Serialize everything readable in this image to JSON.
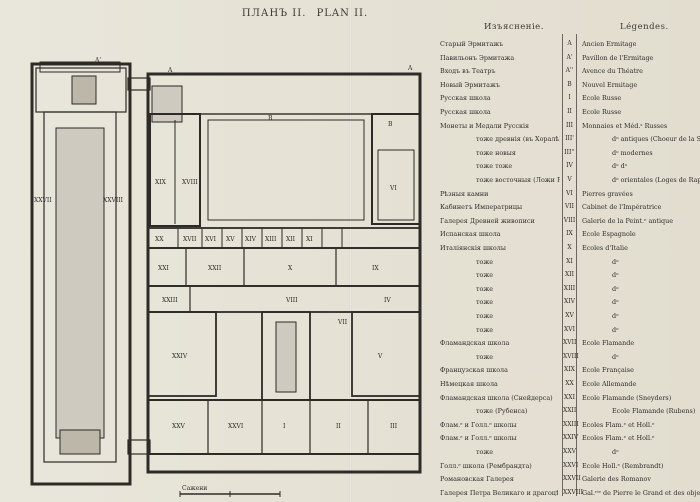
{
  "title": {
    "left": "ПЛАНЪ II.",
    "right": "PLAN II."
  },
  "legend": {
    "header_ru": "Изъясненіе.",
    "header_fr": "Légendes.",
    "rows": [
      {
        "ru": "Старый Эрмитажъ",
        "num": "A",
        "fr": "Ancien Ermitage"
      },
      {
        "ru": "Павильонъ Эрмитажа",
        "num": "A'",
        "fr": "Pavillon de l'Ermitage"
      },
      {
        "ru": "Входъ въ Театръ",
        "num": "A''",
        "fr": "Avence du Théatre"
      },
      {
        "ru": "Новый Эрмитажъ",
        "num": "B",
        "fr": "Nouvel Ermitage"
      },
      {
        "ru": "Русская школа",
        "num": "I",
        "fr": "Ecole Russe"
      },
      {
        "ru": "Русская школа",
        "num": "II",
        "fr": "Ecole Russe"
      },
      {
        "ru": "Монеты и Медали Русскія",
        "num": "III",
        "fr": "Monnaies et Méd.ˢ Russes"
      },
      {
        "ru": "тоже древнія (въ Хоралѣ)",
        "num": "III'",
        "fr": "dᵒ antiques (Choeur de la Salle)",
        "indent": true
      },
      {
        "ru": "тоже новыя",
        "num": "III''",
        "fr": "dᵒ modernes",
        "indent": true
      },
      {
        "ru": "тоже тоже",
        "num": "IV",
        "fr": "dᵒ dᵒ",
        "indent": true
      },
      {
        "ru": "тоже восточныя (Ложи Рафаэля)",
        "num": "V",
        "fr": "dᵒ orientales (Loges de Raphael)",
        "indent": true
      },
      {
        "ru": "Рѣзныя камни",
        "num": "VI",
        "fr": "Pierres gravées"
      },
      {
        "ru": "Кабинетъ Императрицы",
        "num": "VII",
        "fr": "Cabinet de l'Impératrice"
      },
      {
        "ru": "Галерея Древней живописи",
        "num": "VIII",
        "fr": "Galerie de la Peint.ᵉ antique"
      },
      {
        "ru": "Испанская школа",
        "num": "IX",
        "fr": "Ecole Espagnole"
      },
      {
        "ru": "Италіянскія школы",
        "num": "X",
        "fr": "Ecoles d'Italie"
      },
      {
        "ru": "тоже",
        "num": "XI",
        "fr": "dᵒ",
        "indent": true
      },
      {
        "ru": "тоже",
        "num": "XII",
        "fr": "dᵒ",
        "indent": true
      },
      {
        "ru": "тоже",
        "num": "XIII",
        "fr": "dᵒ",
        "indent": true
      },
      {
        "ru": "тоже",
        "num": "XIV",
        "fr": "dᵒ",
        "indent": true
      },
      {
        "ru": "тоже",
        "num": "XV",
        "fr": "dᵒ",
        "indent": true
      },
      {
        "ru": "тоже",
        "num": "XVI",
        "fr": "dᵒ",
        "indent": true
      },
      {
        "ru": "Фламандская школа",
        "num": "XVII",
        "fr": "Ecole Flamande"
      },
      {
        "ru": "тоже",
        "num": "XVIII",
        "fr": "dᵒ",
        "indent": true
      },
      {
        "ru": "Французская школа",
        "num": "XIX",
        "fr": "Ecole Française"
      },
      {
        "ru": "Нѣмецкая школа",
        "num": "XX",
        "fr": "Ecole Allemande"
      },
      {
        "ru": "Фламандская школа (Снейдерса)",
        "num": "XXI",
        "fr": "Ecole Flamande (Sneyders)"
      },
      {
        "ru": "тоже (Рубенса)",
        "num": "XXII",
        "fr": "Ecole Flamande (Rubens)",
        "indent": true
      },
      {
        "ru": "Флам.ᵉ и Голл.ᵉ школы",
        "num": "XXIII",
        "fr": "Ecoles Flam.ᵉ et Holl.ᵉ"
      },
      {
        "ru": "Флам.ᵉ и Голл.ᵉ школы",
        "num": "XXIV",
        "fr": "Ecoles Flam.ᵉ et Holl.ᵉ"
      },
      {
        "ru": "тоже",
        "num": "XXV",
        "fr": "dᵒ",
        "indent": true
      },
      {
        "ru": "Голл.ᵉ школа (Рембрандта)",
        "num": "XXVI",
        "fr": "Ecole Holl.ᵉ (Rembrandt)"
      },
      {
        "ru": "Романовская Галерея",
        "num": "XXVII",
        "fr": "Galerie des Romanov"
      },
      {
        "ru": "Галерея Петра Великаго и драгоцѣнныхъ вещей",
        "num": "XXVIII",
        "fr": "Gal.ʳⁱᵉ de Pierre le Grand et des objets précieux"
      }
    ]
  },
  "plan_labels": {
    "A_top": "A",
    "A_right": "A",
    "A1_left": "A'",
    "B_mid": "B",
    "B_right": "B",
    "XXVII": "XXVII",
    "XXVIII": "XXVIII",
    "XIX": "XIX",
    "XVIII": "XVIII",
    "XX": "XX",
    "XVII": "XVII",
    "XVI": "XVI",
    "XV": "XV",
    "XIV": "XIV",
    "XIII": "XIII",
    "XII": "XII",
    "XI": "XI",
    "XXI": "XXI",
    "XXII": "XXII",
    "X": "X",
    "IX": "IX",
    "VIII": "VIII",
    "XXIII": "XXIII",
    "VII": "VII",
    "XXIV": "XXIV",
    "XXV": "XXV",
    "XXVI": "XXVI",
    "I": "I",
    "II": "II",
    "III": "III",
    "IV": "IV",
    "V": "V",
    "VI": "VI",
    "scale": "Сажени"
  }
}
